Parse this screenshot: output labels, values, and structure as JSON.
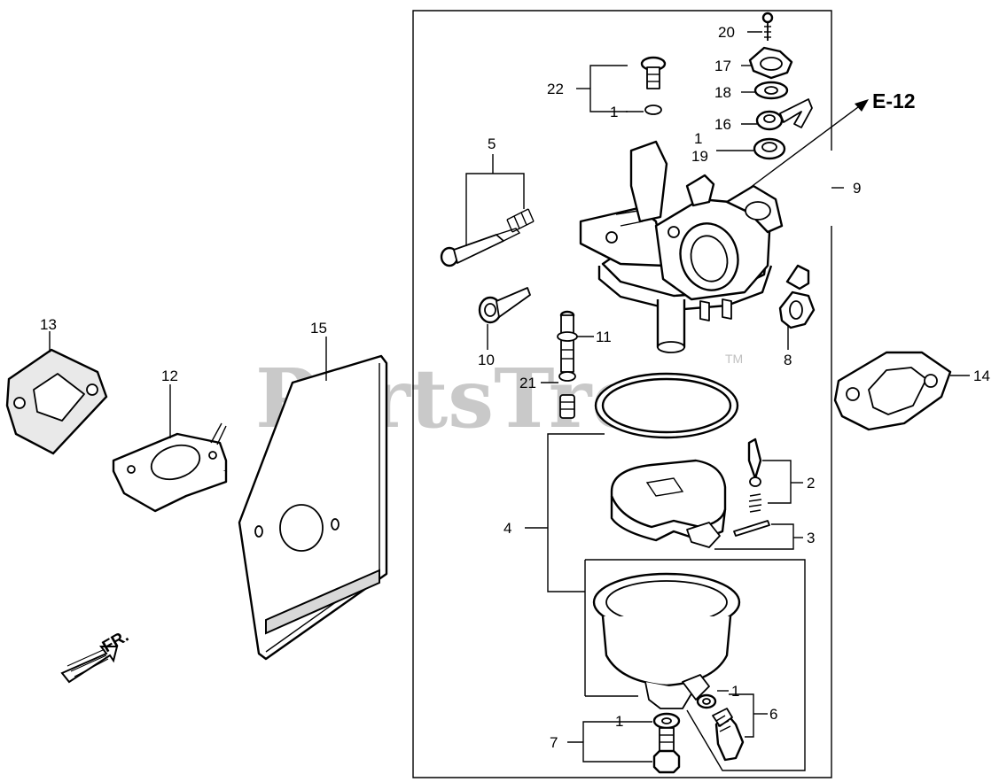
{
  "watermark": {
    "text": "PartsTree",
    "tm": "TM"
  },
  "reference": "E-12",
  "direction": "FR.",
  "callouts": {
    "n1a": "1",
    "n1b": "1",
    "n1c": "1",
    "n1d": "1",
    "n2": "2",
    "n3": "3",
    "n4": "4",
    "n5": "5",
    "n6": "6",
    "n7": "7",
    "n8": "8",
    "n9": "9",
    "n10": "10",
    "n11": "11",
    "n12": "12",
    "n13": "13",
    "n14": "14",
    "n15": "15",
    "n16": "16",
    "n17": "17",
    "n18": "18",
    "n19": "19",
    "n20": "20",
    "n21": "21",
    "n22": "22"
  }
}
